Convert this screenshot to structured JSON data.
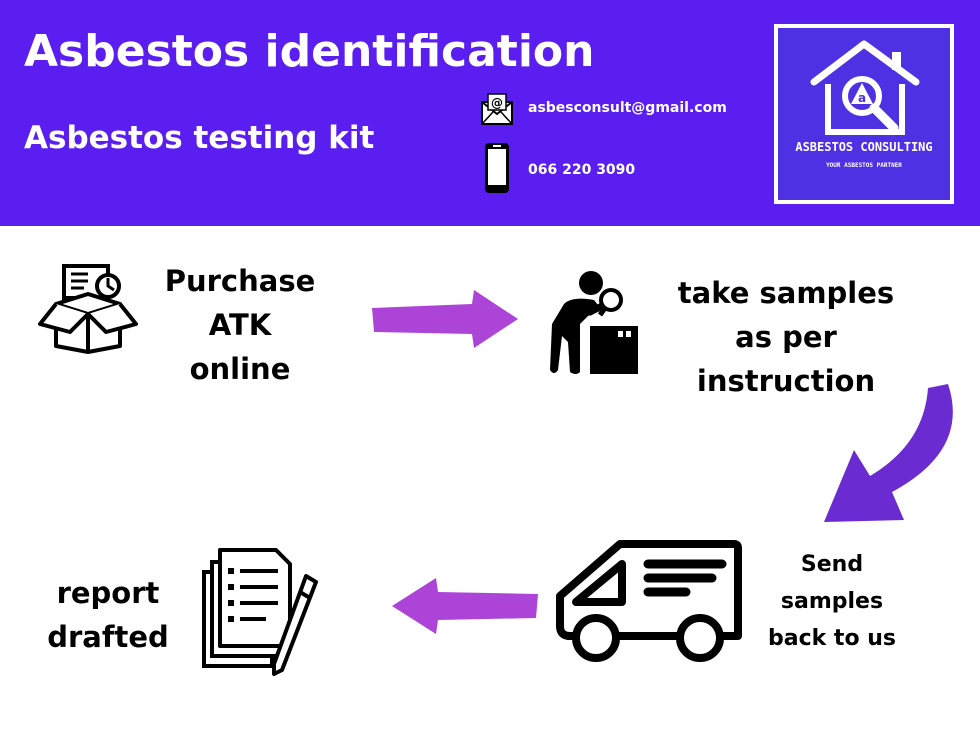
{
  "header": {
    "title": "Asbestos identification",
    "subtitle": "Asbestos testing kit",
    "email": "asbesconsult@gmail.com",
    "phone": "066 220 3090",
    "background_color": "#5a1ff0"
  },
  "logo": {
    "name": "ASBESTOS CONSULTING",
    "tagline": "YOUR ASBESTOS PARTNER",
    "badge_letter": "a"
  },
  "steps": [
    {
      "text": "Purchase\nATK\nonline",
      "icon": "open-box-icon"
    },
    {
      "text": "take samples\nas per\ninstruction",
      "icon": "person-inspecting-icon"
    },
    {
      "text": "Send\nsamples\nback to us",
      "icon": "delivery-van-icon"
    },
    {
      "text": "report\ndrafted",
      "icon": "report-documents-icon"
    }
  ],
  "arrow_color": "#a83ad6"
}
